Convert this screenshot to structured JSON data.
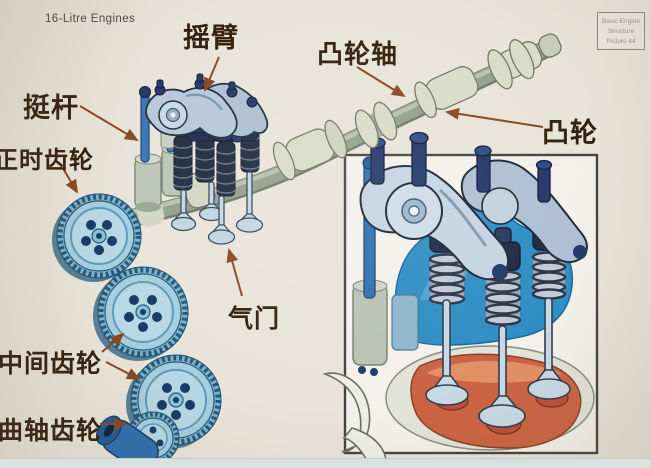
{
  "title": "16-Litre Engines",
  "corner_note": {
    "lines": [
      "Basic Engine",
      "Structure",
      "Picture 44"
    ]
  },
  "labels": {
    "rocker_arm": "摇臂",
    "camshaft": "凸轮轴",
    "cam": "凸轮",
    "pushrod": "挺杆",
    "timing_gear": "正时齿轮",
    "valve": "气门",
    "intermediate_gear": "中间齿轮",
    "crankshaft_gear": "曲轴齿轮"
  },
  "colors": {
    "background": "#e9e4d9",
    "label_text": "#33200f",
    "arrow": "#8a4724",
    "gear_blue": "#a6cede",
    "shaft_gray": "#94a08e",
    "lobe_cream": "#d9dcc8",
    "rocker_steel": "#b8c8da",
    "pushrod_blue": "#2f6fad",
    "spring_dark": "#222c40",
    "valve_pale": "#c8d9e4",
    "inset_red": "#cb6343",
    "inset_blue": "#2e8ec4"
  }
}
